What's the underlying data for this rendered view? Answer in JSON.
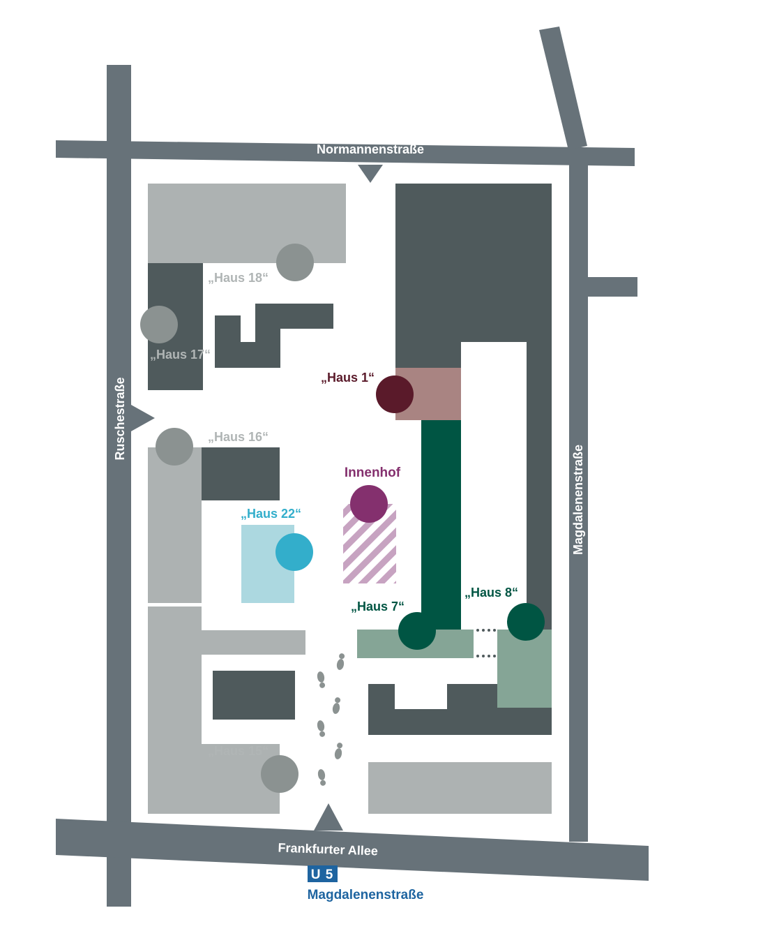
{
  "streets": {
    "north": "Normannenstraße",
    "west": "Ruschestraße",
    "east": "Magdalenenstraße",
    "south": "Frankfurter Allee"
  },
  "buildings": {
    "haus_18": "„Haus 18“",
    "haus_17": "„Haus 17“",
    "haus_16": "„Haus 16“",
    "haus_15": "„Haus 15“",
    "haus_1": "„Haus 1“",
    "haus_22": "„Haus 22“",
    "haus_7": "„Haus 7“",
    "haus_8": "„Haus 8“",
    "innenhof": "Innenhof"
  },
  "transit": {
    "line": "U 5",
    "station": "Magdalenenstraße"
  },
  "colors": {
    "street": "#677279",
    "building_dark": "#4f5a5c",
    "building_light": "#adb2b2",
    "marker_grey": "#8b9291",
    "haus_1": "#5a1a2a",
    "haus_1_area": "#a98482",
    "haus_7_8": "#005543",
    "haus_7_8_area": "#85a596",
    "haus_22": "#33aecb",
    "haus_22_area": "#acd8e0",
    "innenhof": "#84306e",
    "innenhof_hatch": "#c7a3c1",
    "ubahn": "#1e64a0"
  },
  "icons": [
    "footsteps-icon",
    "ubahn-icon",
    "entrance-arrow-icon"
  ]
}
